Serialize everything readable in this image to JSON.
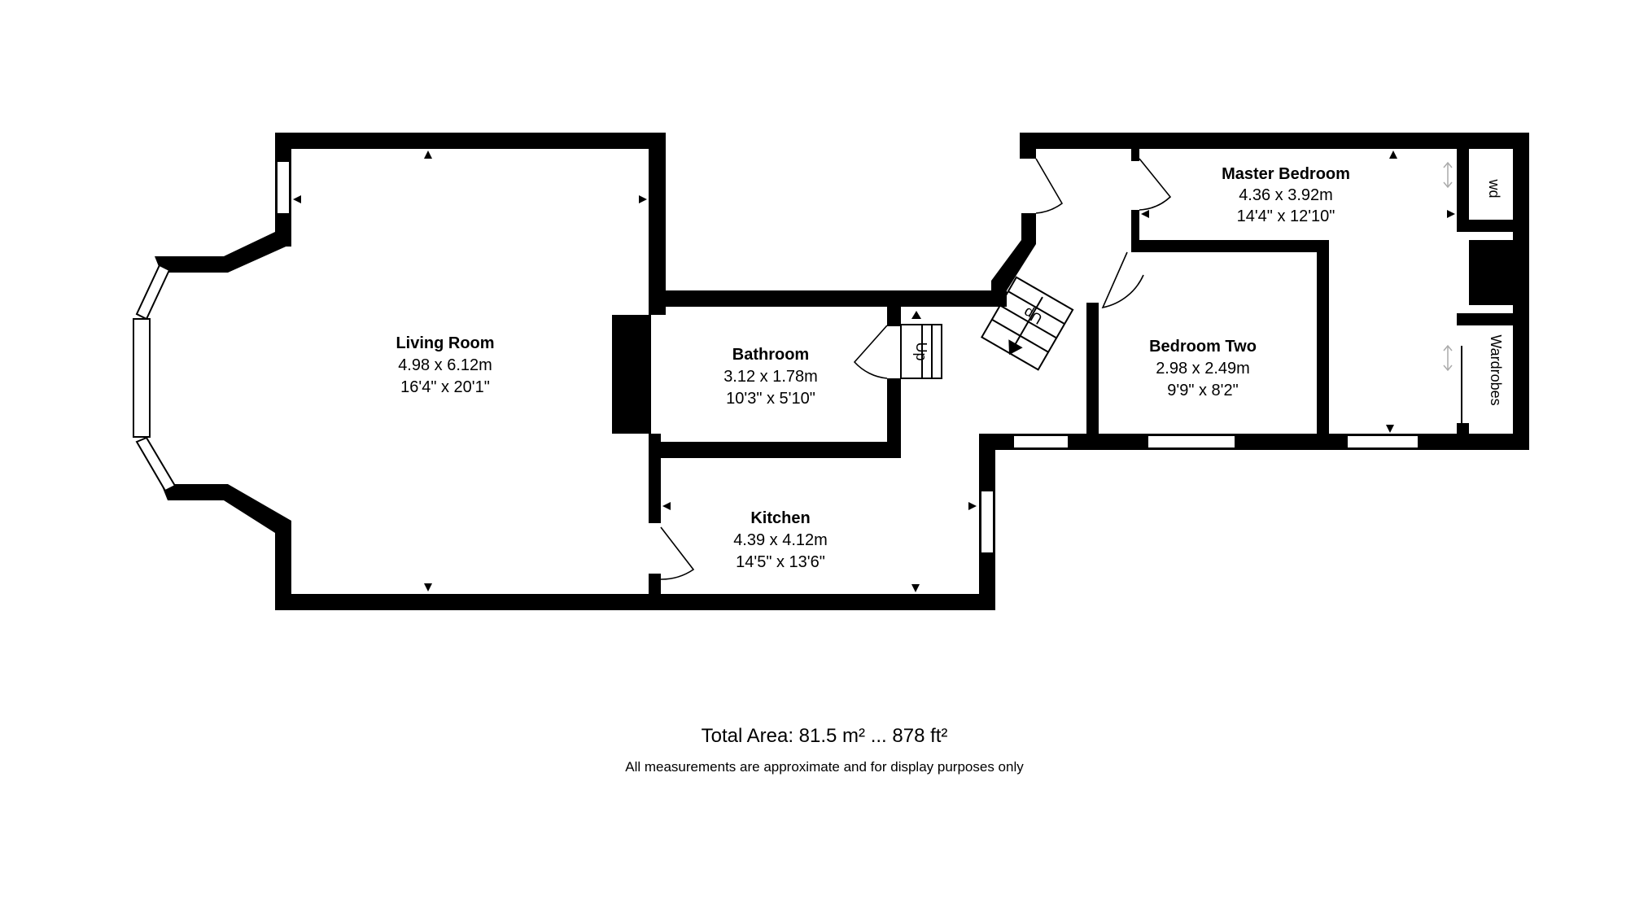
{
  "rooms": {
    "living_room": {
      "name": "Living Room",
      "metric": "4.98 x 6.12m",
      "imperial": "16'4\" x 20'1\""
    },
    "bathroom": {
      "name": "Bathroom",
      "metric": "3.12 x 1.78m",
      "imperial": "10'3\" x 5'10\""
    },
    "kitchen": {
      "name": "Kitchen",
      "metric": "4.39 x 4.12m",
      "imperial": "14'5\" x 13'6\""
    },
    "master_bedroom": {
      "name": "Master Bedroom",
      "metric": "4.36 x 3.92m",
      "imperial": "14'4\" x 12'10\""
    },
    "bedroom_two": {
      "name": "Bedroom Two",
      "metric": "2.98 x 2.49m",
      "imperial": "9'9\" x 8'2\""
    }
  },
  "labels": {
    "wd": "wd",
    "wardrobes": "Wardrobes",
    "stairs_up": "Up",
    "stairs_up_2": "Up"
  },
  "footer": {
    "total_area": "Total Area: 81.5 m² ... 878 ft²",
    "disclaimer": "All measurements are approximate and for display purposes only"
  }
}
